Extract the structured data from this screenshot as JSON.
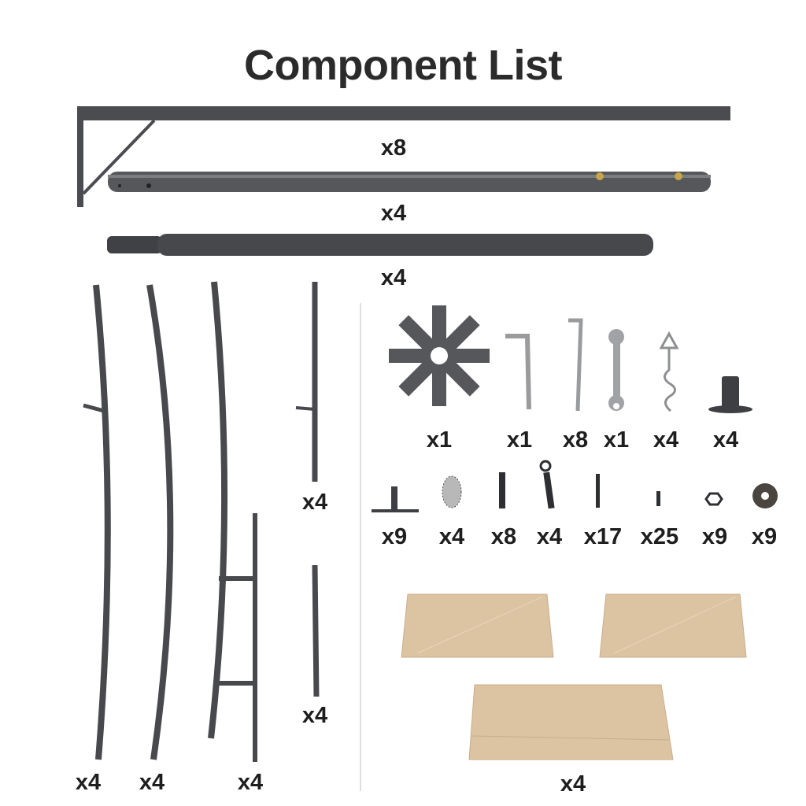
{
  "title": "Component List",
  "colors": {
    "metal": "#4a4c50",
    "fabric": "#dcc3a2",
    "divider": "#cfcfcf"
  },
  "top_parts": [
    {
      "name": "roof-beam-with-bracket",
      "qty": "x8"
    },
    {
      "name": "crossbar-with-bolts",
      "qty": "x4"
    },
    {
      "name": "telescoping-pole",
      "qty": "x4"
    }
  ],
  "left_parts": [
    {
      "name": "short-post-with-peg",
      "qty": "x4"
    },
    {
      "name": "short-post",
      "qty": "x4"
    },
    {
      "name": "curved-rafter-with-peg",
      "qty": "x4"
    },
    {
      "name": "curved-rafter",
      "qty": "x4"
    },
    {
      "name": "ladder-post",
      "qty": "x4"
    }
  ],
  "hardware_row1": [
    {
      "name": "star-hub",
      "qty": "x1"
    },
    {
      "name": "allen-key",
      "qty": "x1"
    },
    {
      "name": "stake",
      "qty": "x8"
    },
    {
      "name": "wrench",
      "qty": "x1"
    },
    {
      "name": "ground-anchor",
      "qty": "x4"
    },
    {
      "name": "base-plate",
      "qty": "x4"
    }
  ],
  "hardware_row2": [
    {
      "name": "bracket",
      "qty": "x9"
    },
    {
      "name": "rope",
      "qty": "x4"
    },
    {
      "name": "expansion-bolt",
      "qty": "x8"
    },
    {
      "name": "eye-bolt",
      "qty": "x4"
    },
    {
      "name": "long-screw",
      "qty": "x17"
    },
    {
      "name": "short-screw",
      "qty": "x25"
    },
    {
      "name": "nut",
      "qty": "x9"
    },
    {
      "name": "washer",
      "qty": "x9"
    }
  ],
  "fabric": {
    "name": "canopy-fabric",
    "qty": "x4"
  }
}
